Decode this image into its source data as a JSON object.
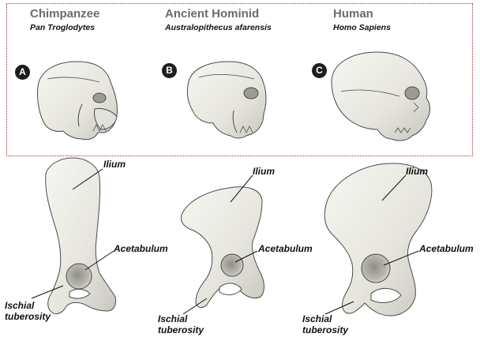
{
  "species": [
    {
      "badge": "A",
      "common_name": "Chimpanzee",
      "latin_name": "Pan Troglodytes"
    },
    {
      "badge": "B",
      "common_name": "Ancient Hominid",
      "latin_name": "Australopithecus afarensis"
    },
    {
      "badge": "C",
      "common_name": "Human",
      "latin_name": "Homo Sapiens"
    }
  ],
  "pelvis_labels": {
    "ilium": "Ilium",
    "acetabulum": "Acetabulum",
    "ischial_line1": "Ischial",
    "ischial_line2": "tuberosity"
  },
  "colors": {
    "frame": "#b3262e",
    "bone_fill": "#efefe9",
    "bone_shade": "#c9c8c0",
    "outline": "#4a4a4a"
  }
}
